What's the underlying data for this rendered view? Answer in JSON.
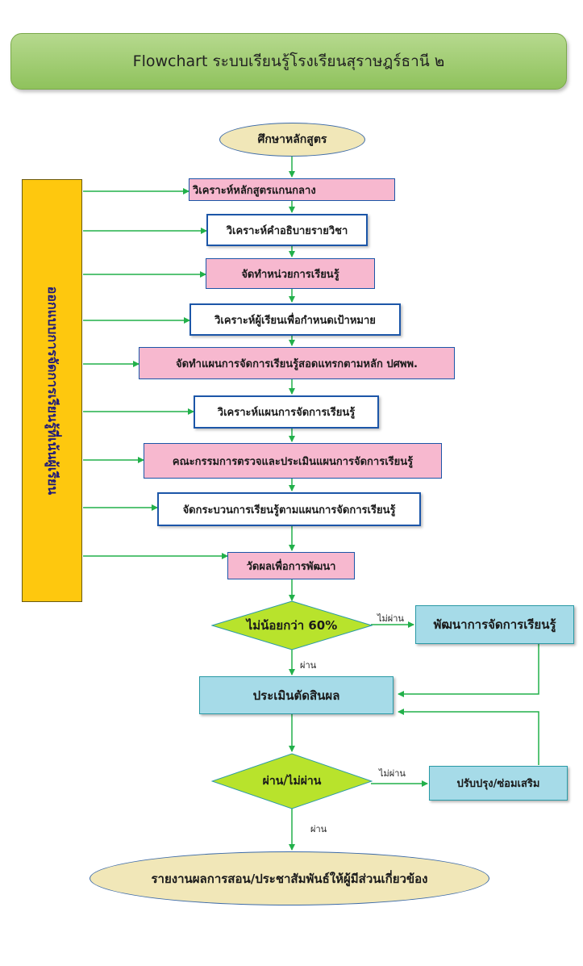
{
  "title": "Flowchart ระบบเรียนรู้โรงเรียนสุราษฎร์ธานี ๒",
  "sidebar": {
    "label": "ออกแบบการจัดการเรียนรู้ที่เน้นผู้เรียน"
  },
  "start": "ศึกษาหลักสูตร",
  "steps": [
    "วิเคราะห์หลักสูตรแกนกลาง",
    "วิเคราะห์คำอธิบายรายวิชา",
    "จัดทำหน่วยการเรียนรู้",
    "วิเคราะห์ผู้เรียนเพื่อกำหนดเป้าหมาย",
    "จัดทำแผนการจัดการเรียนรู้สอดแทรกตามหลัก ปศพพ.",
    "วิเคราะห์แผนการจัดการเรียนรู้",
    "คณะกรรมการตรวจและประเมินแผนการจัดการเรียนรู้",
    "จัดกระบวนการเรียนรู้ตามแผนการจัดการเรียนรู้",
    "วัดผลเพื่อการพัฒนา"
  ],
  "decision1": "ไม่น้อยกว่า 60%",
  "develop": "พัฒนาการจัดการเรียนรู้",
  "evaluate": "ประเมินตัดสินผล",
  "decision2": "ผ่าน/ไม่ผ่าน",
  "remedial": "ปรับปรุง/ซ่อมเสริม",
  "end": "รายงานผลการสอน/ประชาสัมพันธ์ให้ผู้มีส่วนเกี่ยวข้อง",
  "labels": {
    "pass": "ผ่าน",
    "fail": "ไม่ผ่าน"
  },
  "colors": {
    "arrow": "#22b04a",
    "pink": "#f7b8cf",
    "blue": "#a6dbe8",
    "diamond": "#b8e32c",
    "sidebar": "#fec80e"
  }
}
